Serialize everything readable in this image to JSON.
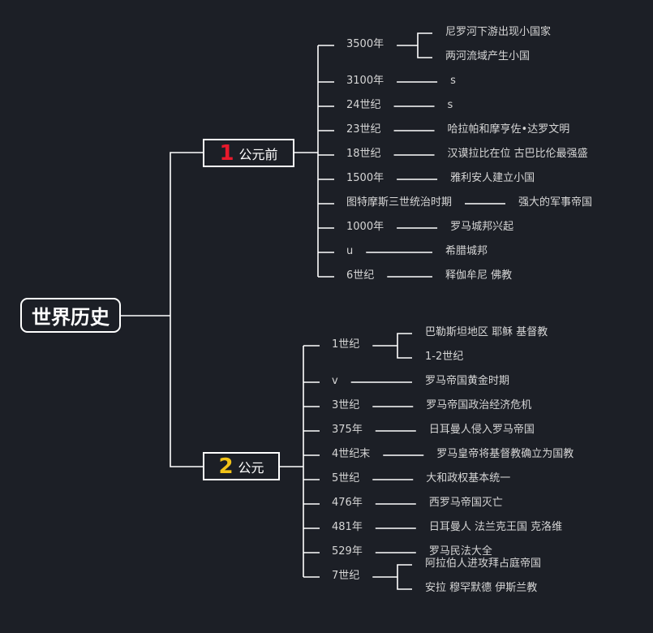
{
  "root": {
    "label": "世界历史"
  },
  "colors": {
    "background": "#1c1f26",
    "line": "#ffffff",
    "num1": "#e8192c",
    "num2": "#f2c318"
  },
  "branches": [
    {
      "number": "1",
      "label": "公元前",
      "items": [
        {
          "label": "3500年",
          "children": [
            "尼罗河下游出现小国家",
            "两河流域产生小国"
          ]
        },
        {
          "label": "3100年",
          "children": [
            "s"
          ]
        },
        {
          "label": "24世纪",
          "children": [
            "s"
          ]
        },
        {
          "label": "23世纪",
          "children": [
            "哈拉帕和摩亨佐•达罗文明"
          ]
        },
        {
          "label": "18世纪",
          "children": [
            "汉谟拉比在位 古巴比伦最强盛"
          ]
        },
        {
          "label": "1500年",
          "children": [
            "雅利安人建立小国"
          ]
        },
        {
          "label": "图特摩斯三世统治时期",
          "children": [
            "强大的军事帝国"
          ]
        },
        {
          "label": "1000年",
          "children": [
            "罗马城邦兴起"
          ]
        },
        {
          "label": "u",
          "children": [
            "希腊城邦"
          ]
        },
        {
          "label": "6世纪",
          "children": [
            "释伽牟尼 佛教"
          ]
        }
      ]
    },
    {
      "number": "2",
      "label": "公元",
      "items": [
        {
          "label": "1世纪",
          "children": [
            "巴勒斯坦地区 耶稣 基督教",
            "1-2世纪"
          ]
        },
        {
          "label": "v",
          "children": [
            "罗马帝国黄金时期"
          ]
        },
        {
          "label": "3世纪",
          "children": [
            "罗马帝国政治经济危机"
          ]
        },
        {
          "label": "375年",
          "children": [
            "日耳曼人侵入罗马帝国"
          ]
        },
        {
          "label": "4世纪末",
          "children": [
            "罗马皇帝将基督教确立为国教"
          ]
        },
        {
          "label": "5世纪",
          "children": [
            "大和政权基本统一"
          ]
        },
        {
          "label": "476年",
          "children": [
            "西罗马帝国灭亡"
          ]
        },
        {
          "label": "481年",
          "children": [
            "日耳曼人 法兰克王国 克洛维"
          ]
        },
        {
          "label": "529年",
          "children": [
            "罗马民法大全"
          ]
        },
        {
          "label": "7世纪",
          "children": [
            "阿拉伯人进攻拜占庭帝国",
            "安拉 穆罕默德 伊斯兰教"
          ]
        }
      ]
    }
  ]
}
